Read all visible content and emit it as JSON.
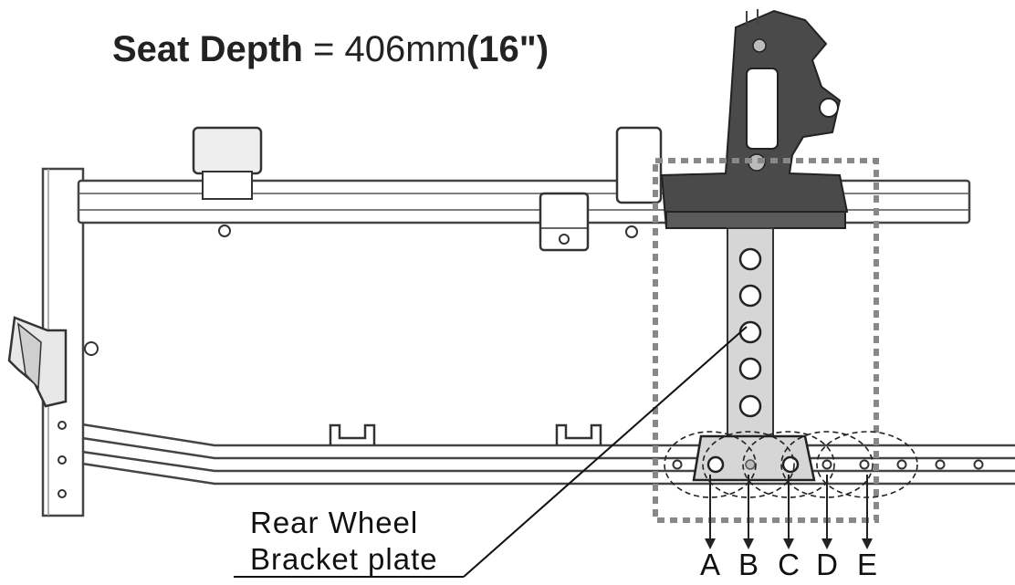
{
  "title": {
    "label": "Seat Depth",
    "equals": " = ",
    "value": "406mm",
    "imperial": "(16\")"
  },
  "callout": {
    "line1": "Rear   Wheel",
    "line2": "Bracket plate"
  },
  "positions": [
    "A",
    "B",
    "C",
    "D",
    "E"
  ],
  "colors": {
    "frame_stroke": "#444444",
    "bracket_fill": "#4a4a4a",
    "dash_box": "#888888"
  }
}
